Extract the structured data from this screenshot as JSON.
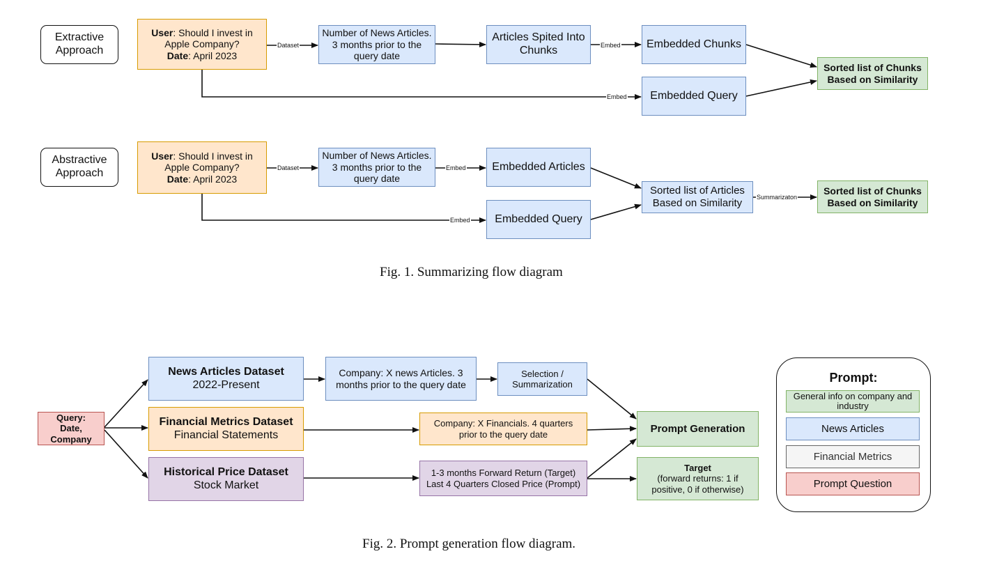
{
  "figure1": {
    "caption": "Fig. 1.  Summarizing flow diagram",
    "extractive": {
      "approach_label": "Extractive Approach",
      "user_query": {
        "user_label": "User",
        "question": ": Should I invest in Apple Company?",
        "date_label": "Date",
        "date": ": April 2023"
      },
      "news_articles": "Number of News Articles. 3 months prior to the query date",
      "chunks": "Articles Spited Into Chunks",
      "embedded_chunks": "Embedded Chunks",
      "embedded_query": "Embedded Query",
      "sorted_output": "Sorted list of Chunks Based on Similarity"
    },
    "abstractive": {
      "approach_label": "Abstractive Approach",
      "user_query": {
        "user_label": "User",
        "question": ": Should I invest in Apple Company?",
        "date_label": "Date",
        "date": ": April 2023"
      },
      "news_articles": "Number of News Articles. 3 months prior to the query date",
      "embedded_articles": "Embedded Articles",
      "embedded_query": "Embedded Query",
      "sorted_articles": "Sorted list of Articles Based on Similarity",
      "sorted_output": "Sorted list of Chunks Based on Similarity"
    },
    "edge_labels": {
      "dataset": "Dataset",
      "embed": "Embed",
      "summarization": "Summarizaton"
    }
  },
  "figure2": {
    "caption": "Fig. 2.  Prompt generation flow diagram.",
    "query": {
      "title": "Query:",
      "subtitle": "Date, Company"
    },
    "news_dataset": {
      "title": "News Articles Dataset",
      "subtitle": "2022-Present"
    },
    "financial_dataset": {
      "title": "Financial Metrics Dataset",
      "subtitle": "Financial Statements"
    },
    "price_dataset": {
      "title": "Historical Price Dataset",
      "subtitle": "Stock Market"
    },
    "company_news": "Company: X news Articles. 3 months prior to the query date",
    "selection": "Selection / Summarization",
    "company_financials": "Company: X Financials. 4 quarters prior to the query date",
    "price_info": "1-3 months Forward Return (Target) Last 4 Quarters Closed Price (Prompt)",
    "prompt_generation": "Prompt Generation",
    "target": {
      "title": "Target",
      "body": "(forward returns: 1 if positive, 0 if otherwise)"
    },
    "legend": {
      "title": "Prompt:",
      "items": [
        "General info on company and industry",
        "News Articles",
        "Financial Metrics",
        "Prompt Question"
      ]
    }
  }
}
